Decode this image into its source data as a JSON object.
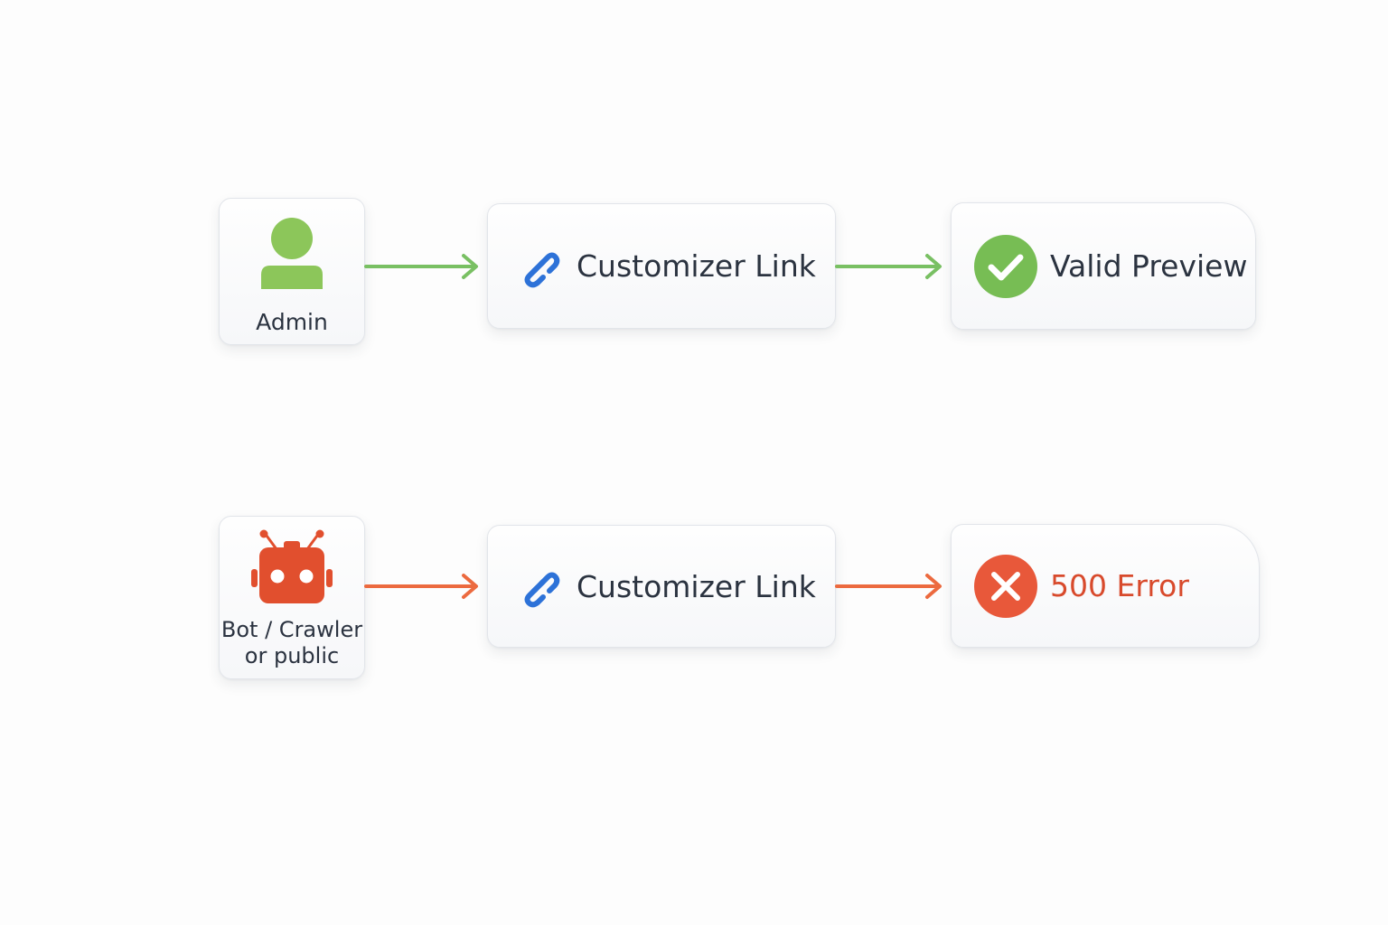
{
  "colors": {
    "success": "#77bd54",
    "error": "#e8583a",
    "link": "#2d72d8",
    "arrow_success": "#79c063",
    "arrow_error": "#ec6a3f"
  },
  "rows": [
    {
      "actor": {
        "label_lines": [
          "Admin"
        ],
        "icon": "user-icon"
      },
      "link": {
        "label": "Customizer Link",
        "icon": "link-icon"
      },
      "result": {
        "label": "Valid Preview",
        "icon": "check-circle-icon"
      }
    },
    {
      "actor": {
        "label_lines": [
          "Bot / Crawler",
          "or public"
        ],
        "icon": "robot-icon"
      },
      "link": {
        "label": "Customizer Link",
        "icon": "link-icon"
      },
      "result": {
        "label": "500 Error",
        "icon": "x-circle-icon"
      }
    }
  ]
}
